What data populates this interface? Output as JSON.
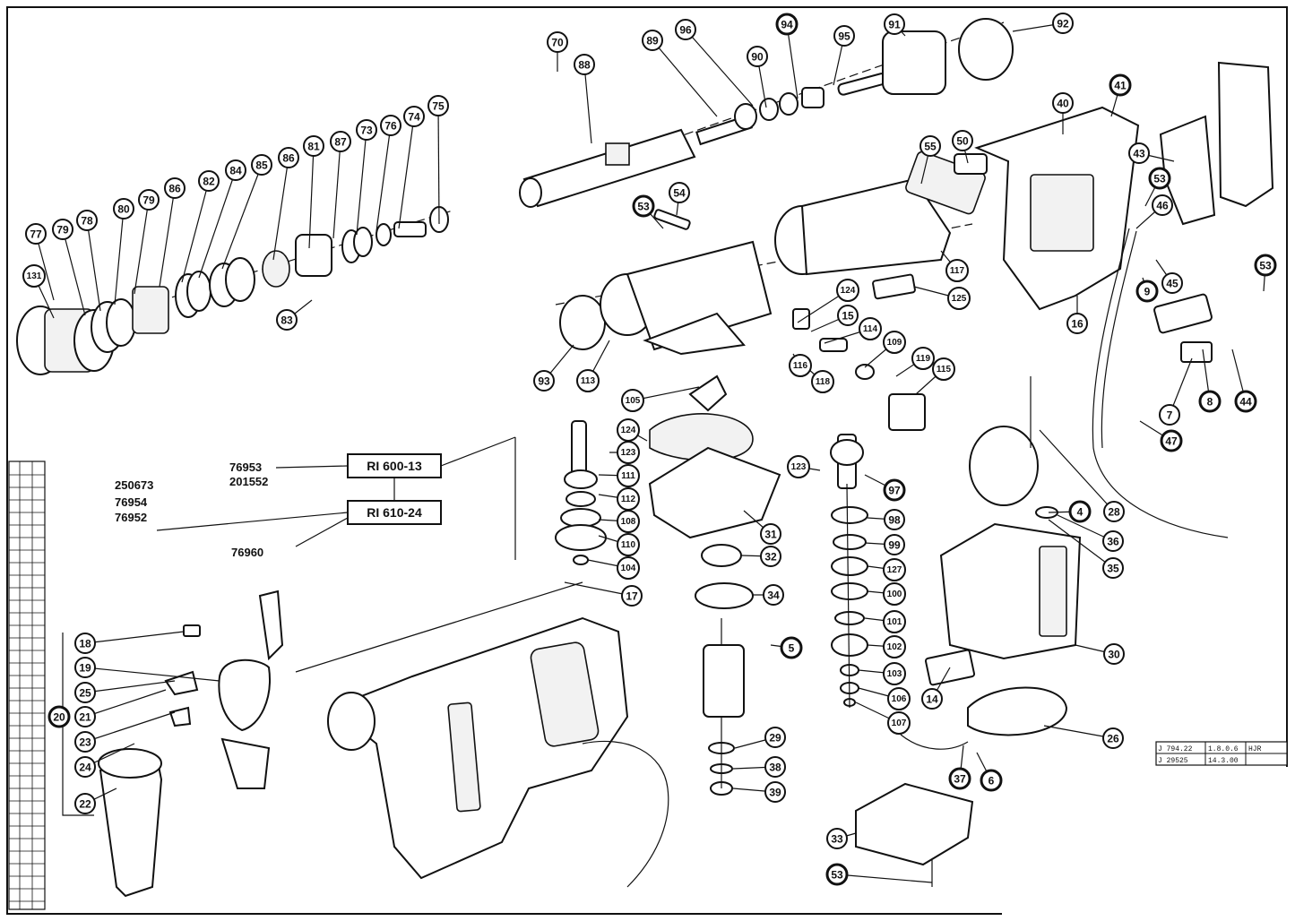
{
  "models": {
    "model_a": "RI 600-13",
    "model_b": "RI 610-24"
  },
  "codes": {
    "a1": "76953",
    "a2": "201552",
    "b1": "250673",
    "b2": "76954",
    "b3": "76952",
    "c1": "76960"
  },
  "corner_block": {
    "r1c1": "J 794.22",
    "r1c2": "1.8.0.6",
    "r1c3": "HJR",
    "r2c1": "J 29525",
    "r2c2": "14.3.00",
    "r2c3": ""
  },
  "callouts": [
    "131",
    "79",
    "78",
    "77",
    "80",
    "79",
    "86",
    "82",
    "84",
    "85",
    "86",
    "81",
    "87",
    "73",
    "76",
    "74",
    "75",
    "83",
    "70",
    "88",
    "89",
    "96",
    "90",
    "94",
    "95",
    "91",
    "92",
    "40",
    "41",
    "43",
    "53",
    "46",
    "45",
    "9",
    "53",
    "16",
    "7",
    "8",
    "44",
    "47",
    "53",
    "54",
    "55",
    "50",
    "117",
    "125",
    "124",
    "15",
    "114",
    "109",
    "119",
    "115",
    "116",
    "118",
    "93",
    "113",
    "105",
    "124",
    "123",
    "111",
    "112",
    "108",
    "110",
    "104",
    "123",
    "97",
    "98",
    "99",
    "127",
    "100",
    "101",
    "102",
    "103",
    "106",
    "107",
    "31",
    "32",
    "34",
    "5",
    "29",
    "38",
    "39",
    "17",
    "18",
    "19",
    "25",
    "20",
    "21",
    "23",
    "24",
    "22",
    "4",
    "28",
    "36",
    "35",
    "30",
    "14",
    "26",
    "37",
    "6",
    "33",
    "53"
  ]
}
